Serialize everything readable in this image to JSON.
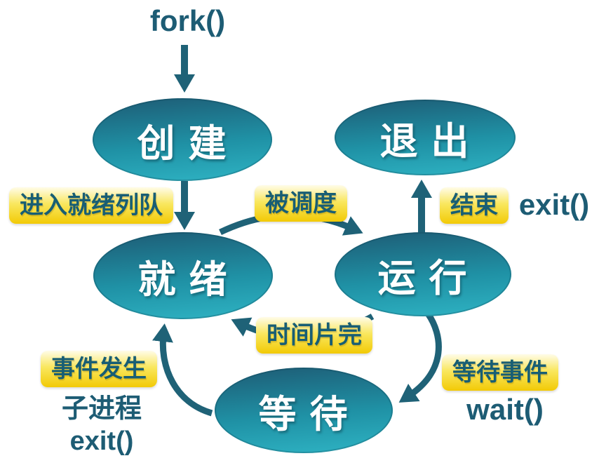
{
  "colors": {
    "teal_text": "#1d5c74",
    "arrow": "#1f6277",
    "ellipse_top": "#1e5f78",
    "ellipse_mid": "#1f91a5",
    "ellipse_bottom": "#2fb4c4",
    "label_bg_top": "#fffce8",
    "label_bg_mid": "#f9e75f",
    "label_bg_bottom": "#f2ca06",
    "label_text": "#185e74",
    "node_text": "#ffffff"
  },
  "nodes": {
    "create": "创 建",
    "exit": "退 出",
    "ready": "就 绪",
    "running": "运 行",
    "waiting": "等 待"
  },
  "edges": {
    "enter_ready_queue": "进入就绪列队",
    "scheduled": "被调度",
    "finish": "结束",
    "time_slice_done": "时间片完",
    "event_occurs": "事件发生",
    "wait_event": "等待事件"
  },
  "code": {
    "fork": "fork()",
    "exit": "exit()",
    "wait": "wait()",
    "child_process": "子进程",
    "child_exit": "exit()"
  }
}
